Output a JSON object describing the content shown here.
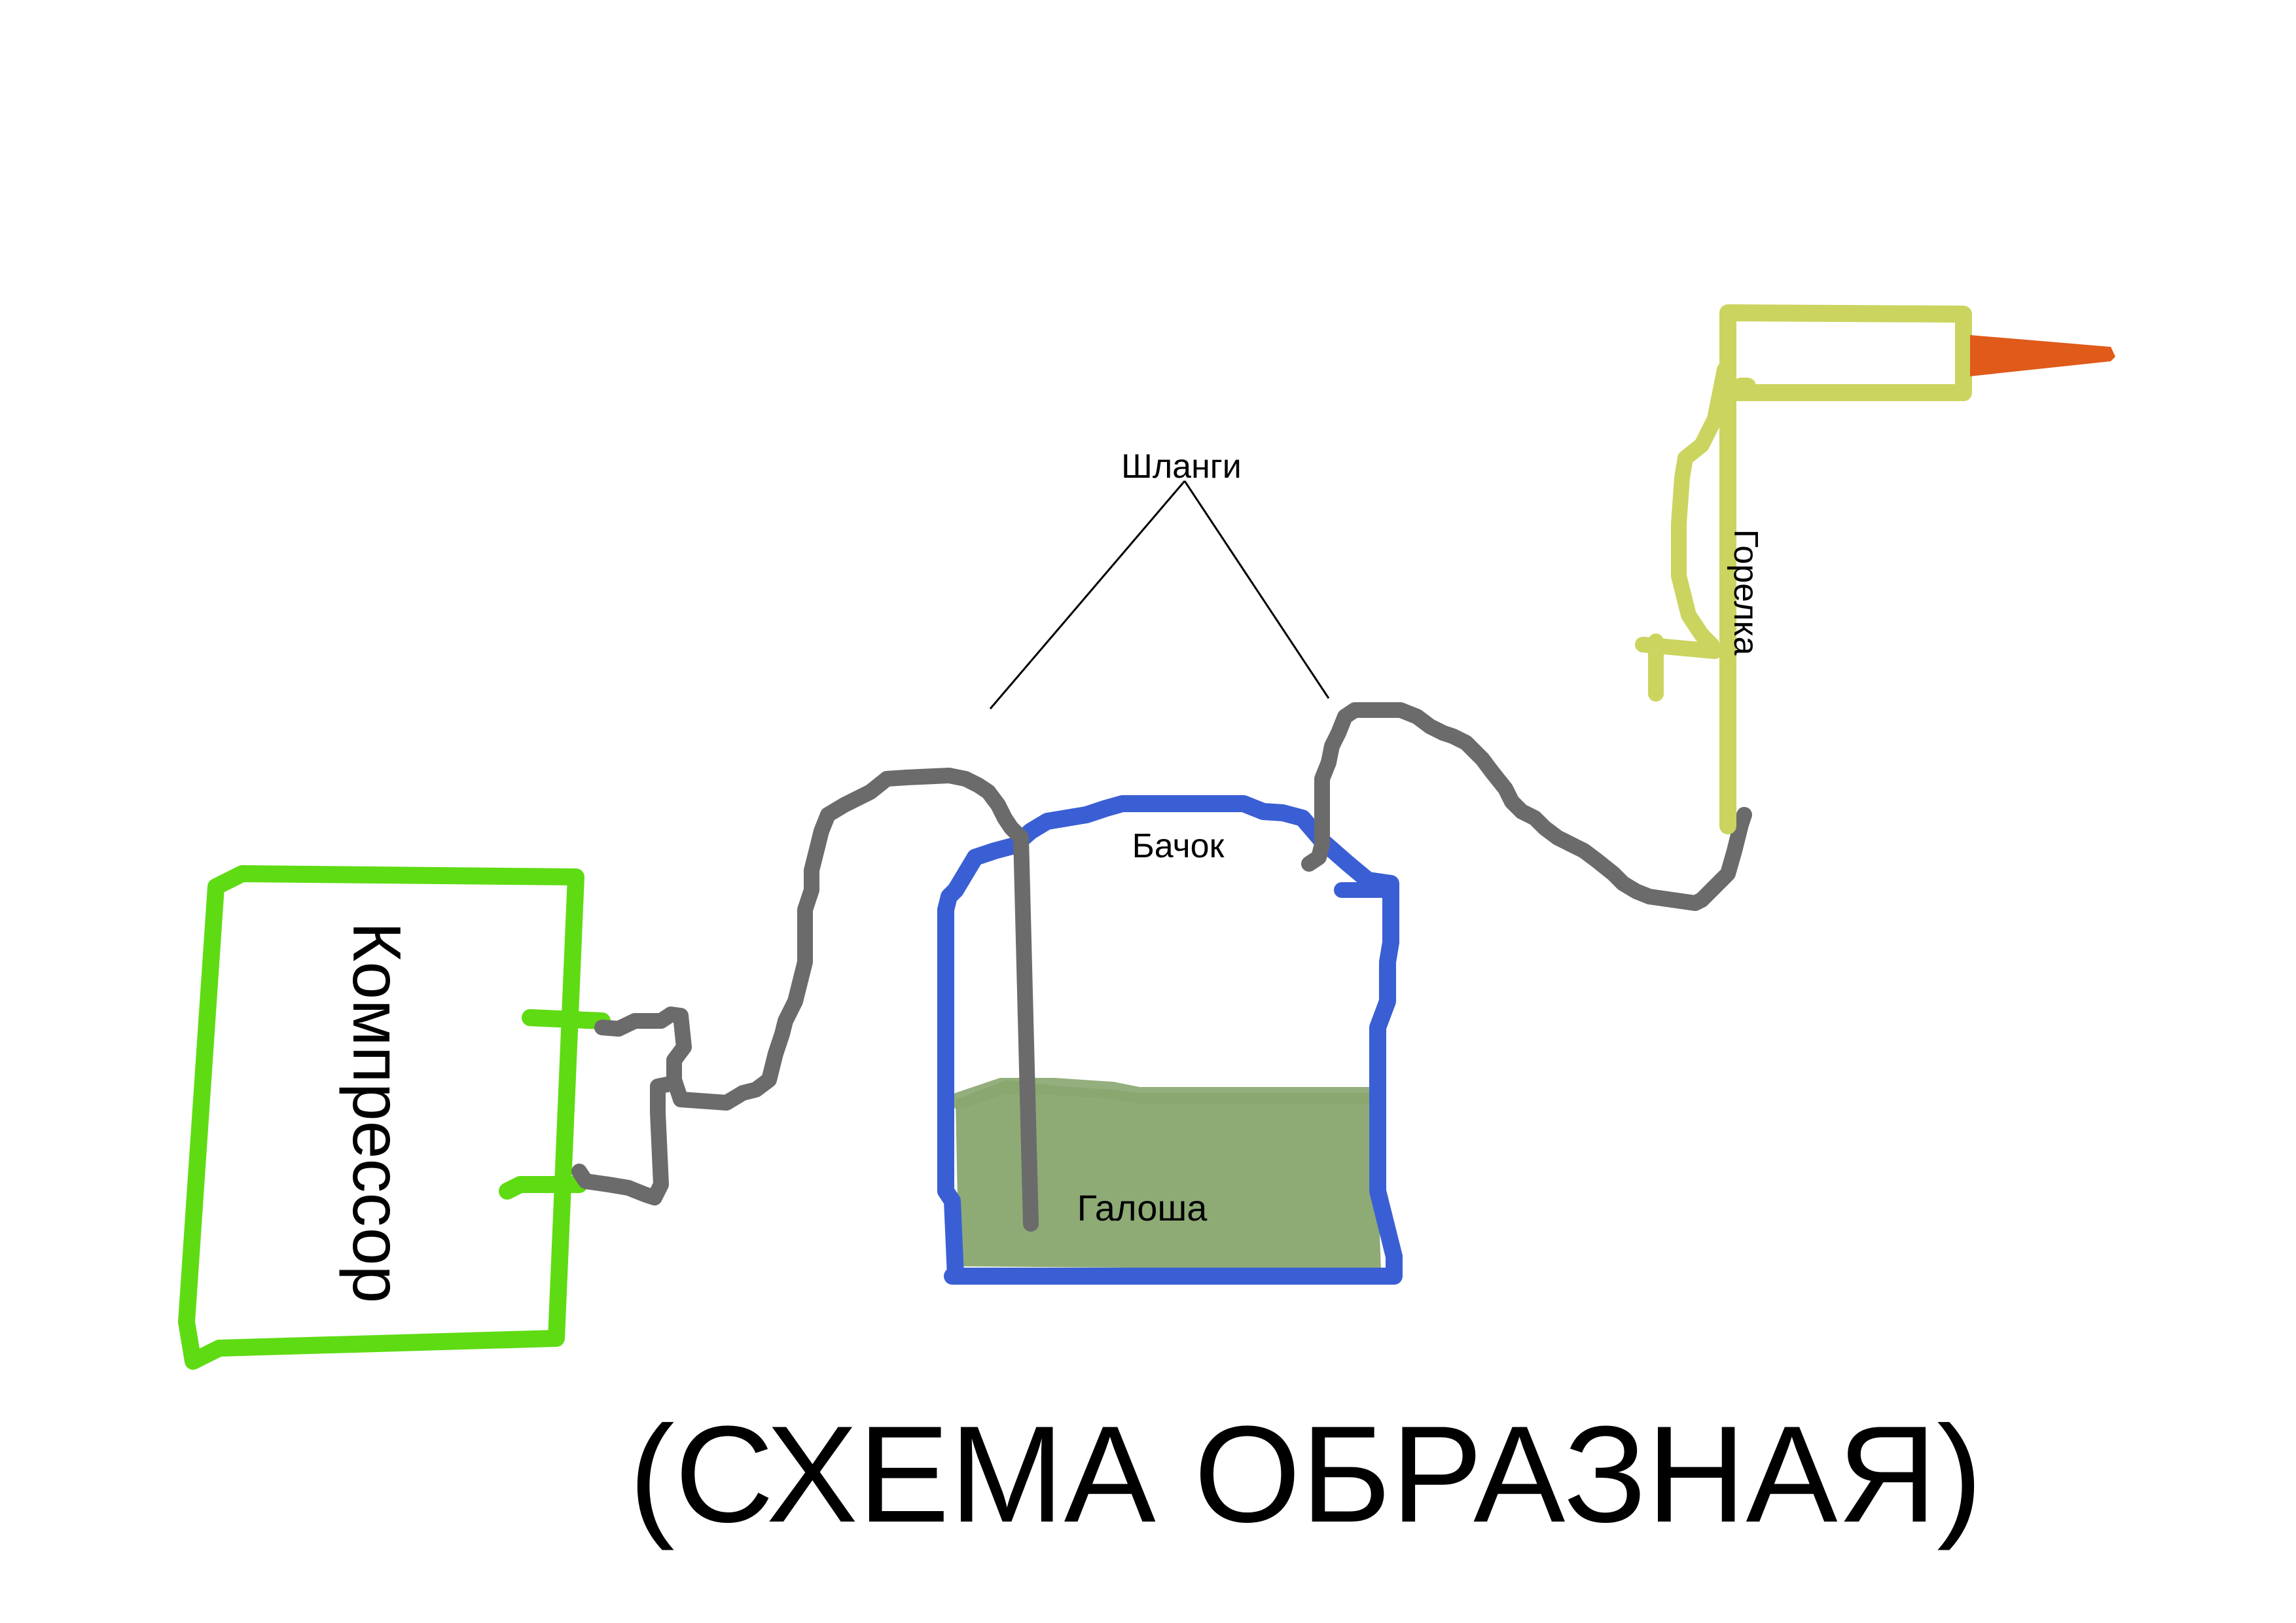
{
  "labels": {
    "hoses": "Шланги",
    "tank": "Бачок",
    "galosh": "Галоша",
    "compressor": "Компрессор",
    "burner": "Горелка",
    "caption": "(СХЕМА ОБРАЗНАЯ)"
  },
  "colors": {
    "compressor": "#5fdb14",
    "hose": "#6b6b6b",
    "tank": "#3a5fd4",
    "liquid": "#88a66f",
    "burner": "#cbd45f",
    "flame": "#e05a1a",
    "text": "#000000",
    "background": "#ffffff"
  }
}
